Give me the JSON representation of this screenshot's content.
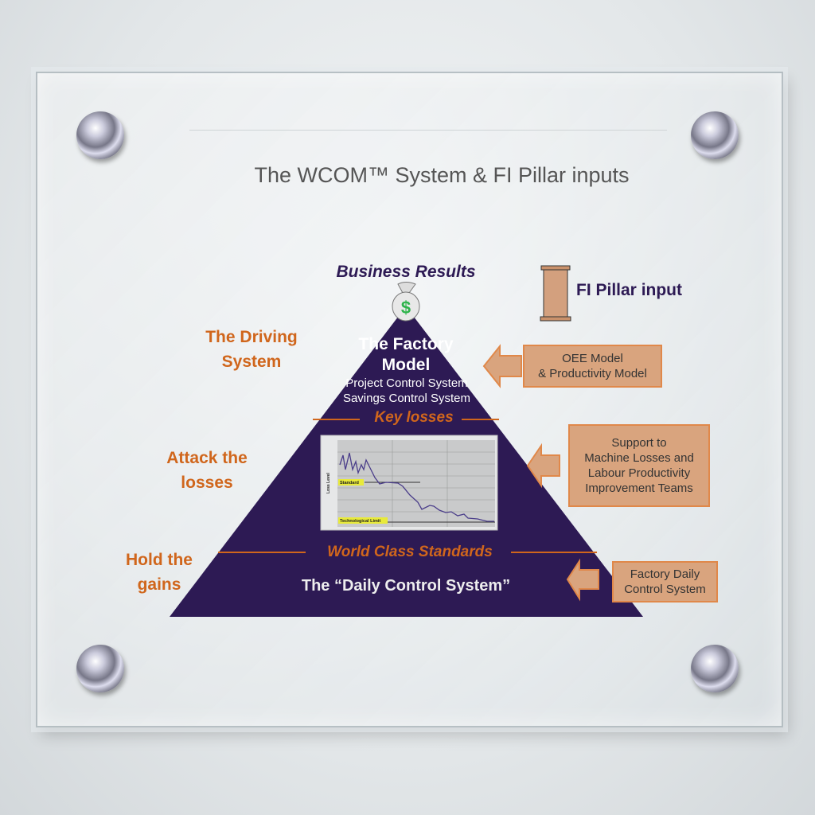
{
  "title": "The WCOM™ System & FI Pillar inputs",
  "apex_label": "Business Results",
  "legend": {
    "label": "FI Pillar input",
    "icon": "pillar-icon"
  },
  "left_labels": [
    "The Driving System",
    "Attack the losses",
    "Hold the gains"
  ],
  "pyramid": {
    "top": {
      "title_line1": "The Factory",
      "title_line2": "Model",
      "sub1": "Project Control System",
      "sub2": "Savings Control System"
    },
    "divider1": "Key losses",
    "divider2": "World Class Standards",
    "bottom": "The “Daily Control System”"
  },
  "chart": {
    "ylabel": "Loss Level",
    "standard": "Standard",
    "tech_limit": "Technological Limit"
  },
  "inputs": [
    {
      "line1": "OEE Model",
      "line2": "& Productivity Model"
    },
    {
      "line1": "Support to",
      "line2": "Machine Losses and",
      "line3": "Labour Productivity",
      "line4": "Improvement Teams"
    },
    {
      "line1": "Factory Daily",
      "line2": "Control System"
    }
  ],
  "colors": {
    "pyramid": "#2d1a54",
    "accent": "#d0661c",
    "box": "#d9a47e"
  }
}
